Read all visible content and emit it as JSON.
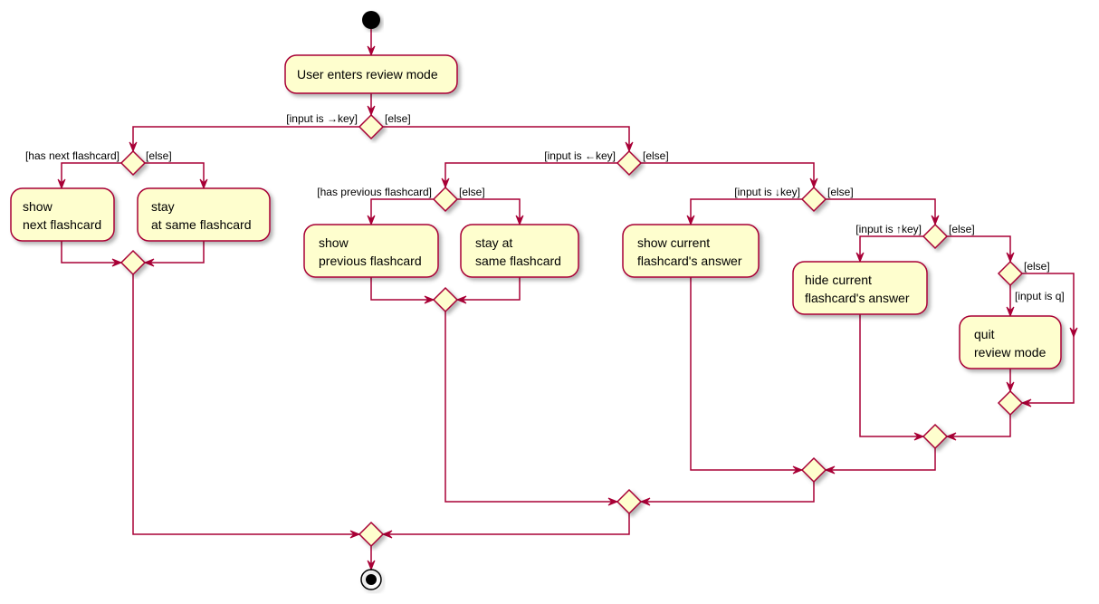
{
  "colors": {
    "line": "#A80036",
    "fill": "#FEFECE",
    "start": "#000000",
    "background": "#FFFFFF"
  },
  "activities": {
    "enter_review": [
      "User enters review mode"
    ],
    "show_next": [
      "show",
      "next flashcard"
    ],
    "stay_same": [
      "stay",
      "at same flashcard"
    ],
    "show_prev": [
      "show",
      "previous flashcard"
    ],
    "stay_at": [
      "stay at",
      "same flashcard"
    ],
    "show_answer": [
      "show current",
      "flashcard's answer"
    ],
    "hide_answer": [
      "hide current",
      "flashcard's answer"
    ],
    "quit_review": [
      "quit",
      "review mode"
    ]
  },
  "guards": {
    "right_key": "[input is →key]",
    "else_1": "[else]",
    "has_next": "[has next flashcard]",
    "else_2": "[else]",
    "left_key": "[input is ←key]",
    "else_3": "[else]",
    "has_prev": "[has previous flashcard]",
    "else_4": "[else]",
    "down_key": "[input is ↓key]",
    "else_5": "[else]",
    "up_key": "[input is ↑key]",
    "else_6": "[else]",
    "else_7": "[else]",
    "is_q": "[input is q]"
  }
}
